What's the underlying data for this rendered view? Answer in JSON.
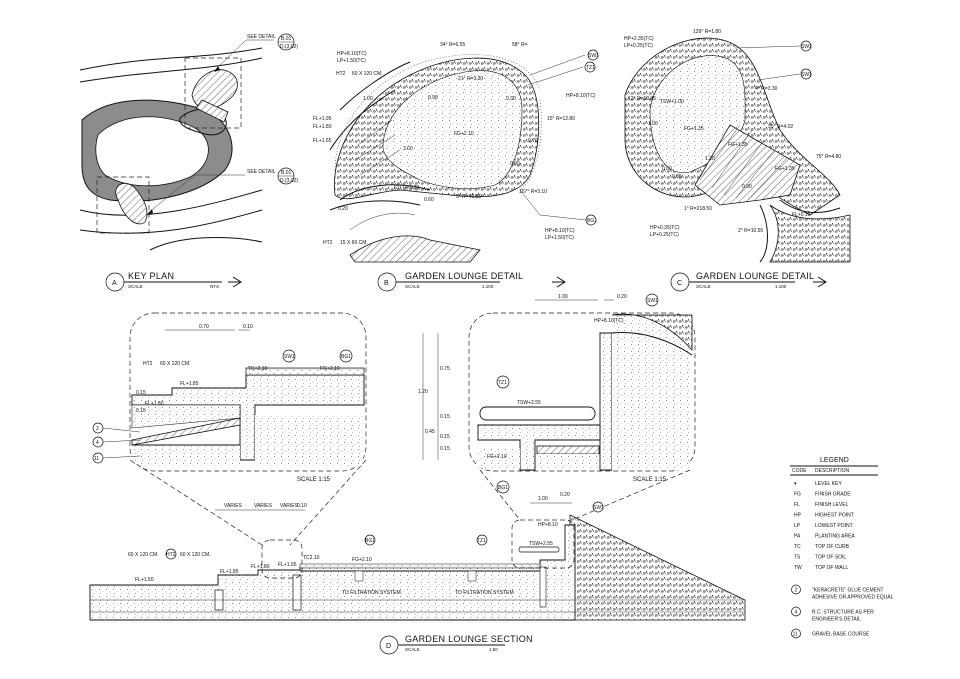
{
  "key_plan": {
    "letter": "A",
    "title": "KEY PLAN",
    "scale_label": "SCALE",
    "scale_value": "NTS",
    "see_detail_label": "SEE DETAIL",
    "callout_top": {
      "top": "B.01",
      "bottom": "D.(3.02)",
      "num": "B.01"
    },
    "callout_bottom": {
      "top": "B.01",
      "bottom": "D.(3.02)",
      "num": "B.01"
    }
  },
  "detail_b": {
    "letter": "B",
    "title": "GARDEN LOUNGE DETAIL",
    "scale_label": "SCALE",
    "scale_value": "1:100",
    "labels": [
      "HT2",
      "60 X 120 CM.",
      "HP+8.10(TC)",
      "LP+1.50(TC)",
      "SW1",
      "TZ1",
      "HP+8.10(TC)",
      "FL+1.95",
      "FL+1.80",
      "FL+1.65",
      "FG+2.10",
      "BG1",
      "HP+8.10(TC)",
      "LP+1.50(TC)",
      "HT2",
      "15 X 60 CM.",
      "34° R=6.55",
      "58° R=",
      "61° R=6.80",
      "5° R=46.55",
      "107° R=3.10",
      "15° R=12.80",
      "21° R=3.30",
      "0.70",
      "1.00",
      "3.00",
      "0.60",
      "0.20",
      "0.30",
      "0.90",
      "0.90"
    ]
  },
  "detail_c": {
    "letter": "C",
    "title": "GARDEN LOUNGE DETAIL",
    "scale_label": "SCALE",
    "scale_value": "1:100",
    "labels": [
      "HP+2.35(TC)",
      "LP+0.25(TC)",
      "129° R=1.80",
      "SW1",
      "SW1",
      "TSW+1.00",
      "FG+1.35",
      "FG+1.35",
      "FG+1.35",
      "HP+0.35(TC)",
      "LP+0.25(TC)",
      "75° R=4.80",
      "FL+0.15",
      "1° R=218.50",
      "2° R=10.55",
      "12° R=10.85",
      "4° R=3.30",
      "35° R=4.02",
      "1.00",
      "0.60",
      "0.35",
      "1.20",
      "0.90"
    ]
  },
  "section_d": {
    "letter": "D",
    "title": "GARDEN LOUNGE SECTION",
    "scale_label": "SCALE",
    "scale_value": "1:50",
    "labels": [
      "60 X 120 CM.",
      "HT2",
      "60 X 120 CM.",
      "FL+1.50",
      "FL+1.85",
      "FL+1.80",
      "FL+1.95",
      "TC2.10",
      "BG1",
      "FG+2.10",
      "TZ1",
      "TSW+2.55",
      "HP+8.10",
      "SW1",
      "TO FILTRATION SYSTEM",
      "TO FILTRATION SYSTEM",
      "VARIES",
      "VARIES",
      "VARIES",
      "0.10",
      "1.00",
      "0.20"
    ]
  },
  "enlarge_left": {
    "scale_text": "SCALE  1:15",
    "labels": [
      "0.70",
      "0.10",
      "HT2",
      "60 X 120 CM.",
      "SW1",
      "BG1",
      "TC+2.10",
      "FG+2.10",
      "FL+1.85",
      "0.15",
      "FL+1.80",
      "0.15"
    ],
    "note_tags": [
      "2",
      "4",
      "11"
    ]
  },
  "enlarge_right": {
    "scale_text": "SCALE  1:15",
    "labels": [
      "1.00",
      "0.20",
      "SW1",
      "HP+8.10(TC)",
      "0.75",
      "1.20",
      "TZ1",
      "TSW+2.55",
      "0.15",
      "0.45",
      "0.15",
      "0.15",
      "FG+2.10",
      "BG1"
    ]
  },
  "legend": {
    "title": "LEGEND",
    "col_code": "CODE",
    "col_desc": "DESCRIPTION",
    "rows": [
      {
        "code": "▾",
        "desc": "LEVEL KEY"
      },
      {
        "code": "FG",
        "desc": "FINISH GRADE"
      },
      {
        "code": "FL",
        "desc": "FINISH LEVEL"
      },
      {
        "code": "HP",
        "desc": "HIGHEST POINT"
      },
      {
        "code": "LP",
        "desc": "LOWEST POINT"
      },
      {
        "code": "PA",
        "desc": "PLANTING AREA"
      },
      {
        "code": "TC",
        "desc": "TOP OF CURB"
      },
      {
        "code": "TS",
        "desc": "TOP OF SOIL"
      },
      {
        "code": "TW",
        "desc": "TOP OF WALL"
      }
    ],
    "notes": [
      {
        "num": "2",
        "text": [
          "\"KERACRETE\" GLUE CEMENT",
          "ADHESIVE OR APPROVED EQUAL"
        ]
      },
      {
        "num": "4",
        "text": [
          "R.C. STRUCTURE AS PER",
          "ENGINEER'S DETAIL"
        ]
      },
      {
        "num": "11",
        "text": [
          "GRAVEL BASE COURSE"
        ]
      }
    ]
  }
}
